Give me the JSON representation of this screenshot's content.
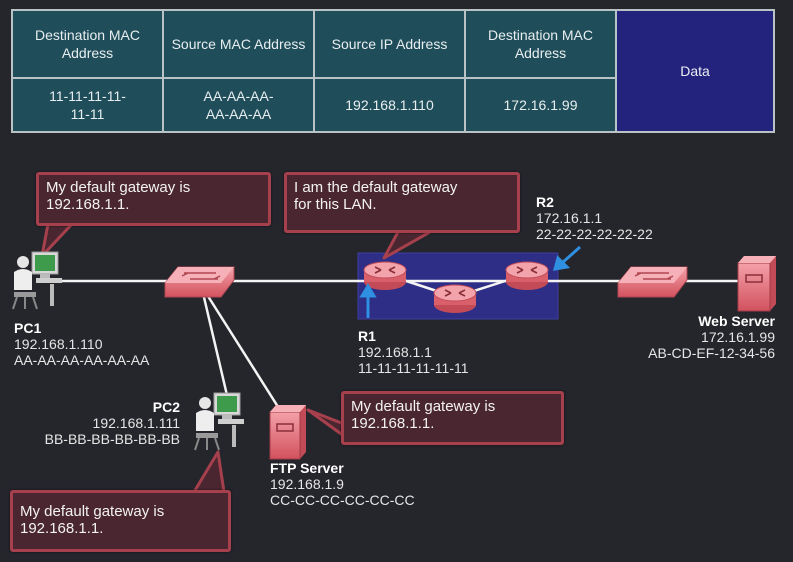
{
  "frame": {
    "headers": [
      "Destination MAC Address",
      "Source MAC Address",
      "Source IP Address",
      "Destination MAC Address",
      "Data"
    ],
    "values": [
      "11-11-11-11-11-11",
      "AA-AA-AA-AA-AA-AA",
      "192.168.1.110",
      "172.16.1.99"
    ]
  },
  "callouts": {
    "pc1": [
      "My default gateway is",
      "192.168.1.1."
    ],
    "r1": [
      "I am the default gateway",
      "for this LAN."
    ],
    "ftp": [
      "My default gateway is",
      "192.168.1.1."
    ],
    "pc2": [
      "My default gateway is",
      "192.168.1.1."
    ]
  },
  "devices": {
    "pc1": {
      "name": "PC1",
      "ip": "192.168.1.110",
      "mac": "AA-AA-AA-AA-AA-AA"
    },
    "pc2": {
      "name": "PC2",
      "ip": "192.168.1.111",
      "mac": "BB-BB-BB-BB-BB-BB"
    },
    "r1": {
      "name": "R1",
      "ip": "192.168.1.1",
      "mac": "11-11-11-11-11-11"
    },
    "r2": {
      "name": "R2",
      "ip": "172.16.1.1",
      "mac": "22-22-22-22-22-22"
    },
    "ftp": {
      "name": "FTP Server",
      "ip": "192.168.1.9",
      "mac": "CC-CC-CC-CC-CC-CC"
    },
    "web": {
      "name": "Web Server",
      "ip": "172.16.1.99",
      "mac": "AB-CD-EF-12-34-56"
    }
  },
  "colors": {
    "background": "#25252c",
    "table_cell": "#1f4d59",
    "data_cell": "#23237d",
    "callout_fill": "#4a2630",
    "callout_border": "#a6404d",
    "device_pink": "#e8737d",
    "router_area": "#2e2e86",
    "link": "#f4f4f4",
    "arrow": "#2f8fe0"
  }
}
